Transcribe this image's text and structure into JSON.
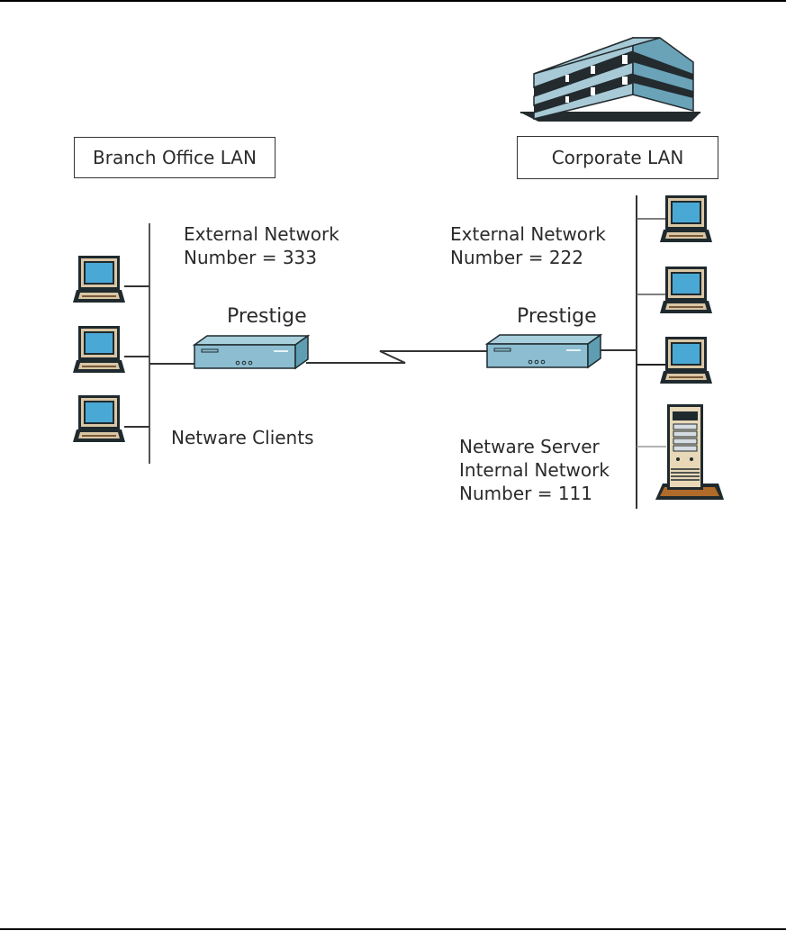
{
  "diagram": {
    "branch": {
      "title": "Branch Office LAN",
      "network_line1": "External Network",
      "network_line2": "Number = 333",
      "router_label": "Prestige",
      "clients_label": "Netware Clients",
      "clients_count": 3
    },
    "corporate": {
      "title": "Corporate LAN",
      "network_line1": "External Network",
      "network_line2": "Number = 222",
      "router_label": "Prestige",
      "server_line1": "Netware Server",
      "server_line2": "Internal Network",
      "server_line3": "Number = 111",
      "clients_count": 3
    },
    "icons": {
      "building": "corporate-building-icon",
      "computer": "computer-icon",
      "router": "router-icon",
      "server": "server-tower-icon",
      "wan_link": "wan-link-icon"
    },
    "colors": {
      "screen": "#4aa8d4",
      "bezel": "#d9c6a5",
      "device_dark": "#1f2a2e",
      "router_front": "#8cbdd0",
      "router_top": "#a8cfdc",
      "router_side": "#5f9db2",
      "building_light": "#a8cad6",
      "building_side": "#6aa3b8",
      "building_dark": "#232b2e",
      "line": "#444444"
    }
  }
}
